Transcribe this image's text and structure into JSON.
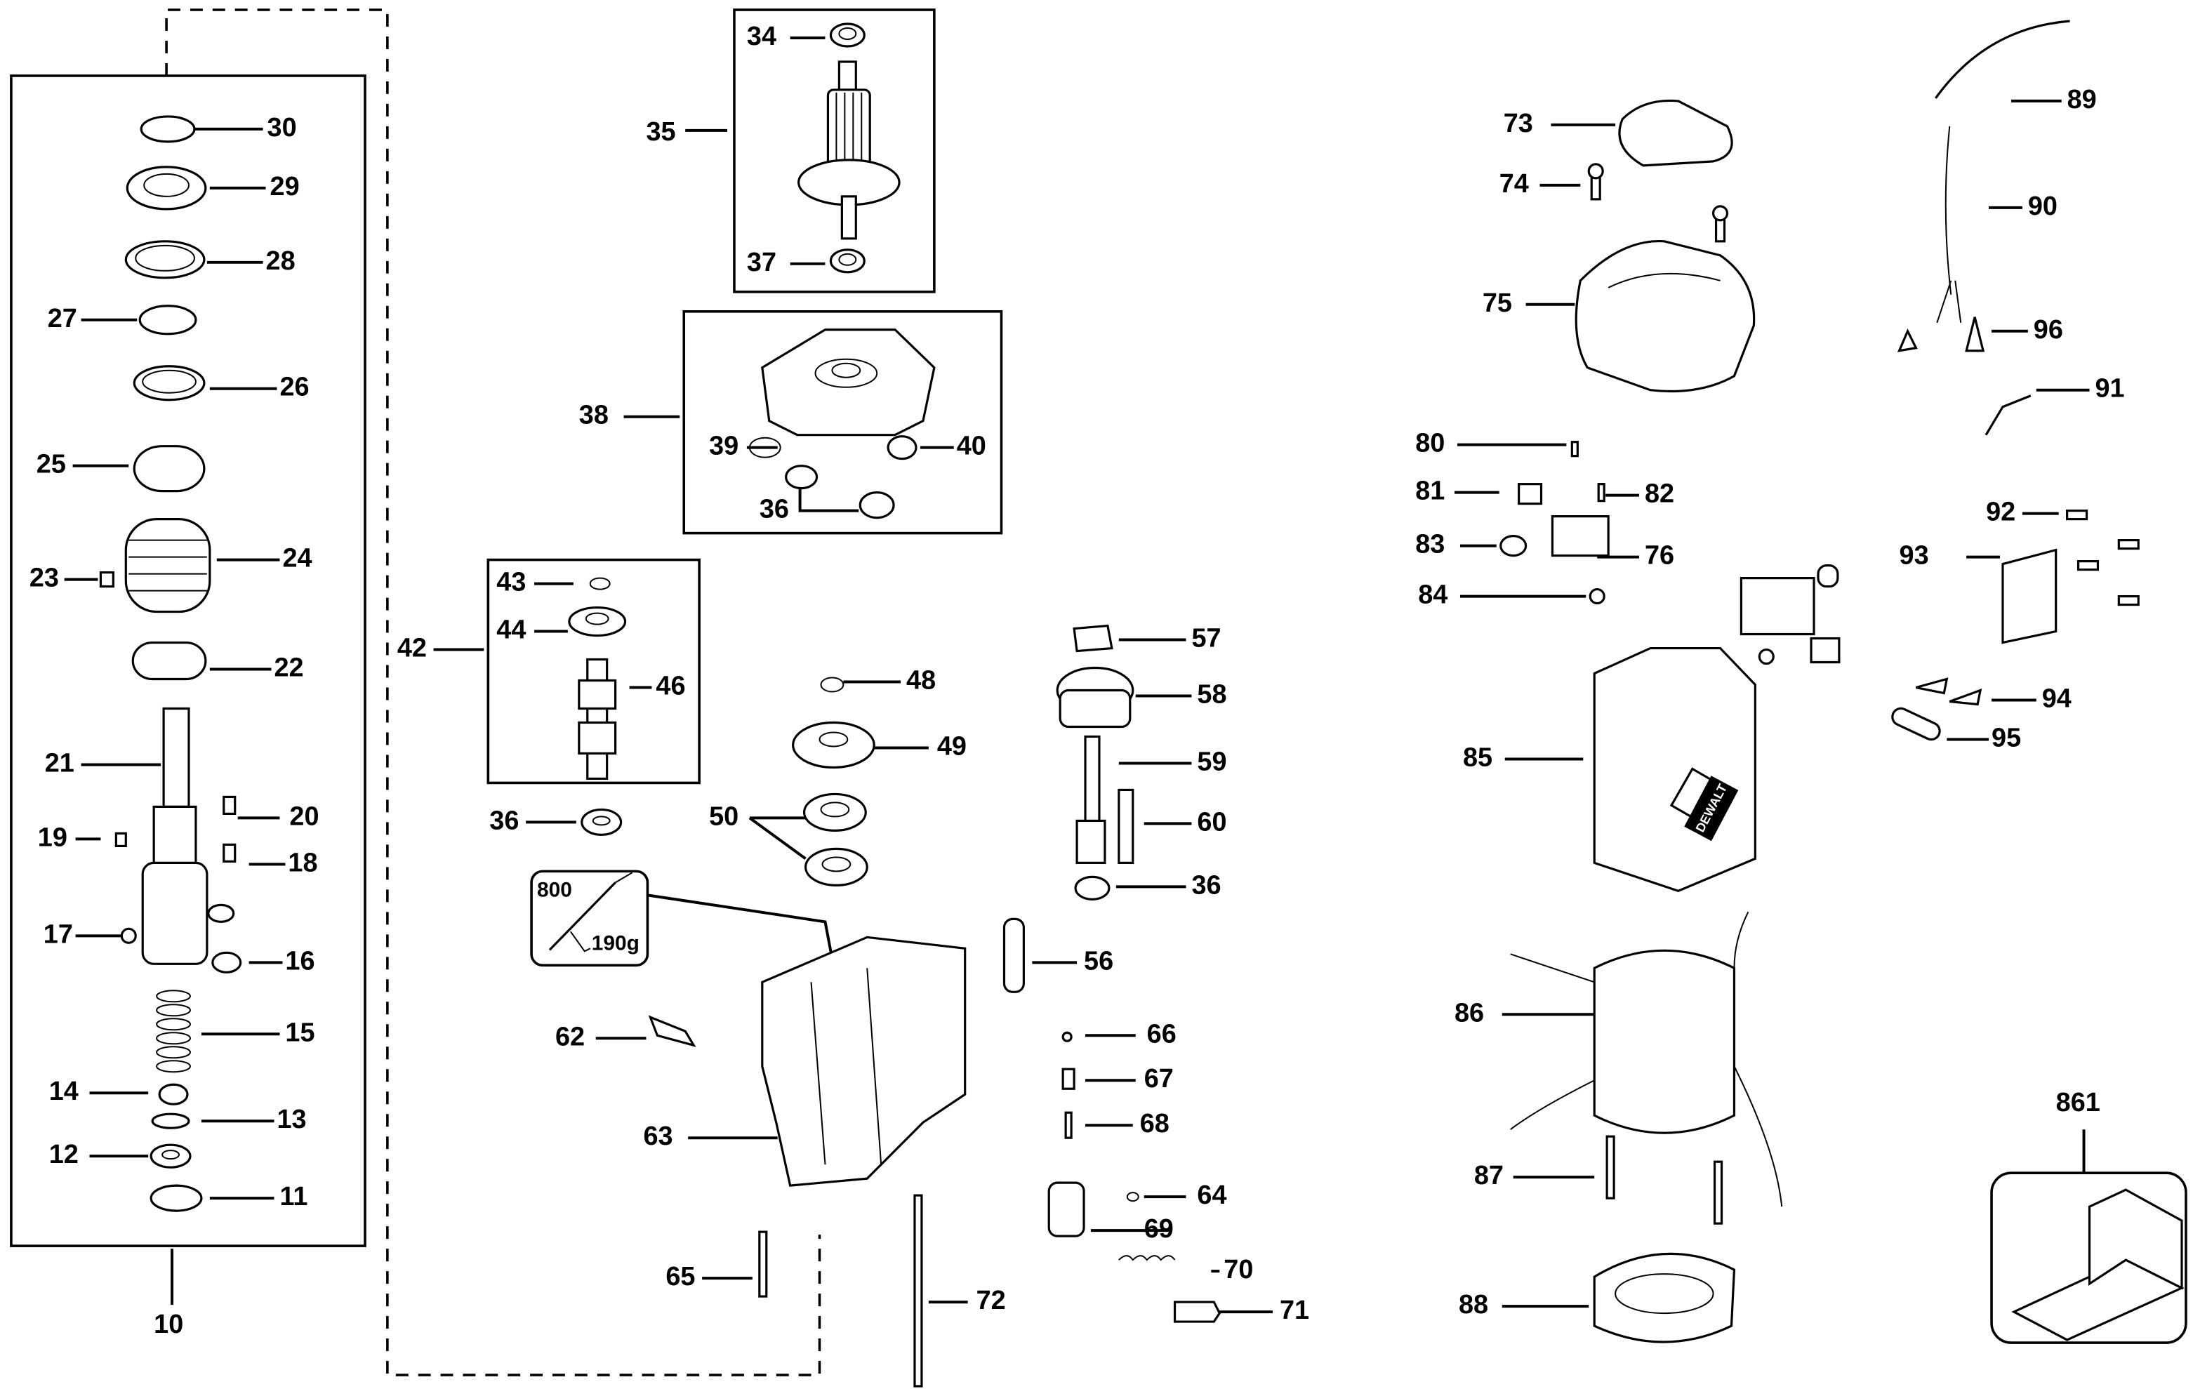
{
  "title": "Exploded parts diagram",
  "brand_text": "DEWALT",
  "grease_callout": {
    "code": "800",
    "amount": "190g",
    "icon": "grease-gun-icon"
  },
  "parts": [
    {
      "id": "p10",
      "label": "10",
      "name": "spindle-assembly"
    },
    {
      "id": "p11",
      "label": "11",
      "name": "retaining-ring"
    },
    {
      "id": "p12",
      "label": "12",
      "name": "washer"
    },
    {
      "id": "p13",
      "label": "13",
      "name": "o-ring"
    },
    {
      "id": "p14",
      "label": "14",
      "name": "spring-seat"
    },
    {
      "id": "p15",
      "label": "15",
      "name": "spring"
    },
    {
      "id": "p16",
      "label": "16",
      "name": "lock-pin"
    },
    {
      "id": "p17",
      "label": "17",
      "name": "ball"
    },
    {
      "id": "p18",
      "label": "18",
      "name": "roll-pin"
    },
    {
      "id": "p19",
      "label": "19",
      "name": "key"
    },
    {
      "id": "p20",
      "label": "20",
      "name": "key-pin"
    },
    {
      "id": "p21",
      "label": "21",
      "name": "spindle"
    },
    {
      "id": "p22",
      "label": "22",
      "name": "sleeve"
    },
    {
      "id": "p23",
      "label": "23",
      "name": "pin"
    },
    {
      "id": "p24",
      "label": "24",
      "name": "collar"
    },
    {
      "id": "p25",
      "label": "25",
      "name": "spring-band"
    },
    {
      "id": "p26",
      "label": "26",
      "name": "washer"
    },
    {
      "id": "p27",
      "label": "27",
      "name": "retaining-ring"
    },
    {
      "id": "p28",
      "label": "28",
      "name": "retaining-ring"
    },
    {
      "id": "p29",
      "label": "29",
      "name": "ball-bearing"
    },
    {
      "id": "p30",
      "label": "30",
      "name": "retaining-ring"
    },
    {
      "id": "p34",
      "label": "34",
      "name": "bearing"
    },
    {
      "id": "p35",
      "label": "35",
      "name": "armature"
    },
    {
      "id": "p36a",
      "label": "36",
      "name": "bearing"
    },
    {
      "id": "p36b",
      "label": "36",
      "name": "bearing"
    },
    {
      "id": "p36c",
      "label": "36",
      "name": "bearing"
    },
    {
      "id": "p37",
      "label": "37",
      "name": "bearing"
    },
    {
      "id": "p38",
      "label": "38",
      "name": "bearing-plate"
    },
    {
      "id": "p39",
      "label": "39",
      "name": "o-ring"
    },
    {
      "id": "p40",
      "label": "40",
      "name": "bushing"
    },
    {
      "id": "p42",
      "label": "42",
      "name": "intermediate-shaft-assembly"
    },
    {
      "id": "p43",
      "label": "43",
      "name": "retaining-ring"
    },
    {
      "id": "p44",
      "label": "44",
      "name": "gear"
    },
    {
      "id": "p46",
      "label": "46",
      "name": "key"
    },
    {
      "id": "p48",
      "label": "48",
      "name": "retaining-ring"
    },
    {
      "id": "p49",
      "label": "49",
      "name": "gear"
    },
    {
      "id": "p50",
      "label": "50",
      "name": "bearings"
    },
    {
      "id": "p56",
      "label": "56",
      "name": "pin"
    },
    {
      "id": "p57",
      "label": "57",
      "name": "washer"
    },
    {
      "id": "p58",
      "label": "58",
      "name": "clutch-gear"
    },
    {
      "id": "p59",
      "label": "59",
      "name": "shaft"
    },
    {
      "id": "p60",
      "label": "60",
      "name": "key"
    },
    {
      "id": "p62",
      "label": "62",
      "name": "fitting"
    },
    {
      "id": "p63",
      "label": "63",
      "name": "gear-housing"
    },
    {
      "id": "p64",
      "label": "64",
      "name": "ball"
    },
    {
      "id": "p65",
      "label": "65",
      "name": "screw"
    },
    {
      "id": "p66",
      "label": "66",
      "name": "washer"
    },
    {
      "id": "p67",
      "label": "67",
      "name": "spring"
    },
    {
      "id": "p68",
      "label": "68",
      "name": "pin"
    },
    {
      "id": "p69",
      "label": "69",
      "name": "lever"
    },
    {
      "id": "p70",
      "label": "70",
      "name": "spring"
    },
    {
      "id": "p71",
      "label": "71",
      "name": "screw"
    },
    {
      "id": "p72",
      "label": "72",
      "name": "long-screw"
    },
    {
      "id": "p73",
      "label": "73",
      "name": "label"
    },
    {
      "id": "p74",
      "label": "74",
      "name": "screw"
    },
    {
      "id": "p75",
      "label": "75",
      "name": "end-cap"
    },
    {
      "id": "p76",
      "label": "76",
      "name": "brush-holder"
    },
    {
      "id": "p80",
      "label": "80",
      "name": "screw"
    },
    {
      "id": "p81",
      "label": "81",
      "name": "carbon-brush"
    },
    {
      "id": "p82",
      "label": "82",
      "name": "screw"
    },
    {
      "id": "p83",
      "label": "83",
      "name": "brush-spring"
    },
    {
      "id": "p84",
      "label": "84",
      "name": "nut"
    },
    {
      "id": "p85",
      "label": "85",
      "name": "motor-housing"
    },
    {
      "id": "p86",
      "label": "86",
      "name": "field"
    },
    {
      "id": "p87",
      "label": "87",
      "name": "screw"
    },
    {
      "id": "p88",
      "label": "88",
      "name": "baffle"
    },
    {
      "id": "p89",
      "label": "89",
      "name": "cord-protector"
    },
    {
      "id": "p90",
      "label": "90",
      "name": "cord"
    },
    {
      "id": "p91",
      "label": "91",
      "name": "cord-clamp"
    },
    {
      "id": "p92",
      "label": "92",
      "name": "screw"
    },
    {
      "id": "p93",
      "label": "93",
      "name": "gasket"
    },
    {
      "id": "p94",
      "label": "94",
      "name": "screw"
    },
    {
      "id": "p95",
      "label": "95",
      "name": "clamp"
    },
    {
      "id": "p96",
      "label": "96",
      "name": "wire-nut"
    },
    {
      "id": "p861",
      "label": "861",
      "name": "kit-box"
    }
  ]
}
